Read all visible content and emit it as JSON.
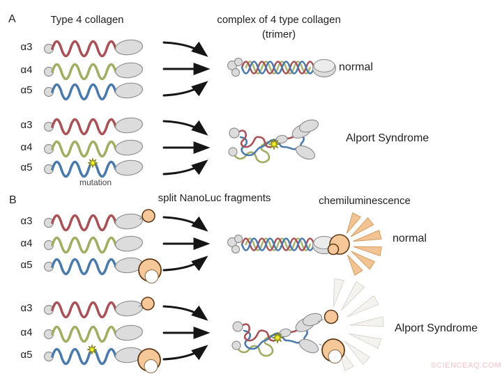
{
  "palette": {
    "red": "#a85156",
    "green": "#9fae62",
    "blue": "#4a7aab",
    "grayFill": "#dcdcdc",
    "grayLight": "#ececec",
    "grayStroke": "#8f8f8f",
    "orangeFill": "#f6c899",
    "orangeStroke": "#5d3a17",
    "biteStroke": "#8a6a45",
    "rayFill": "#f3c493",
    "rayStroke": "#d49a5f",
    "paleRayFill": "#f5f3ef",
    "paleRayStroke": "#d9d6d0",
    "starFill": "#f2ee2a",
    "starStroke": "#7d7d20",
    "arrow": "#151515",
    "text": "#1f1f1f",
    "textSoft": "#444444",
    "watermark": "#f0c3c6"
  },
  "watermark": "SCIENCEAQ.COM",
  "panel_a": {
    "label": "A",
    "left_heading": "Type 4 collagen",
    "right_heading_line1": "complex of 4 type collagen",
    "right_heading_line2": "(trimer)",
    "normal_group": {
      "chains": [
        "α3",
        "α4",
        "α5"
      ],
      "result_label": "normal"
    },
    "mutant_group": {
      "chains": [
        "α3",
        "α4",
        "α5"
      ],
      "mutation_label": "mutation",
      "result_label": "Alport Syndrome"
    }
  },
  "panel_b": {
    "label": "B",
    "left_heading": "split NanoLuc fragments",
    "right_heading": "chemiluminescence",
    "normal_group": {
      "chains": [
        "α3",
        "α4",
        "α5"
      ],
      "result_label": "normal"
    },
    "mutant_group": {
      "chains": [
        "α3",
        "α4",
        "α5"
      ],
      "result_label": "Alport Syndrome"
    }
  }
}
